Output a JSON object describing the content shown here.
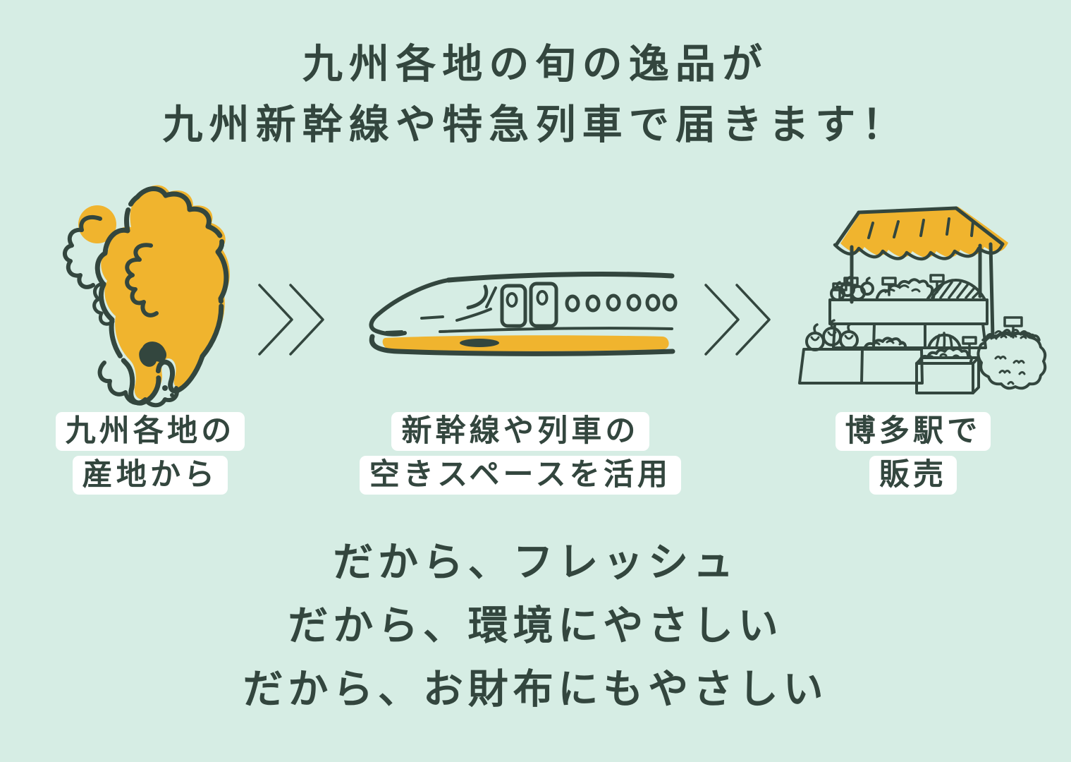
{
  "colors": {
    "ink": "#33463e",
    "background": "#d6ede4",
    "accent": "#f0b42e",
    "label_bg": "#ffffff"
  },
  "title": {
    "line1": "九州各地の旬の逸品が",
    "line2": "九州新幹線や特急列車で届きます！"
  },
  "steps": [
    {
      "id": "origin",
      "illustration": "kyushu-map",
      "label_lines": [
        "九州各地の",
        "産地から"
      ]
    },
    {
      "id": "transport",
      "illustration": "shinkansen-train",
      "label_lines": [
        "新幹線や列車の",
        "空きスペースを活用"
      ]
    },
    {
      "id": "sale",
      "illustration": "hakata-market-stall",
      "label_lines": [
        "博多駅で",
        "販売"
      ]
    }
  ],
  "arrows": {
    "glyph": "double-chevron-right",
    "count": 2
  },
  "tagline": {
    "line1": "だから、フレッシュ",
    "line2": "だから、環境にやさしい",
    "line3": "だから、お財布にもやさしい"
  }
}
